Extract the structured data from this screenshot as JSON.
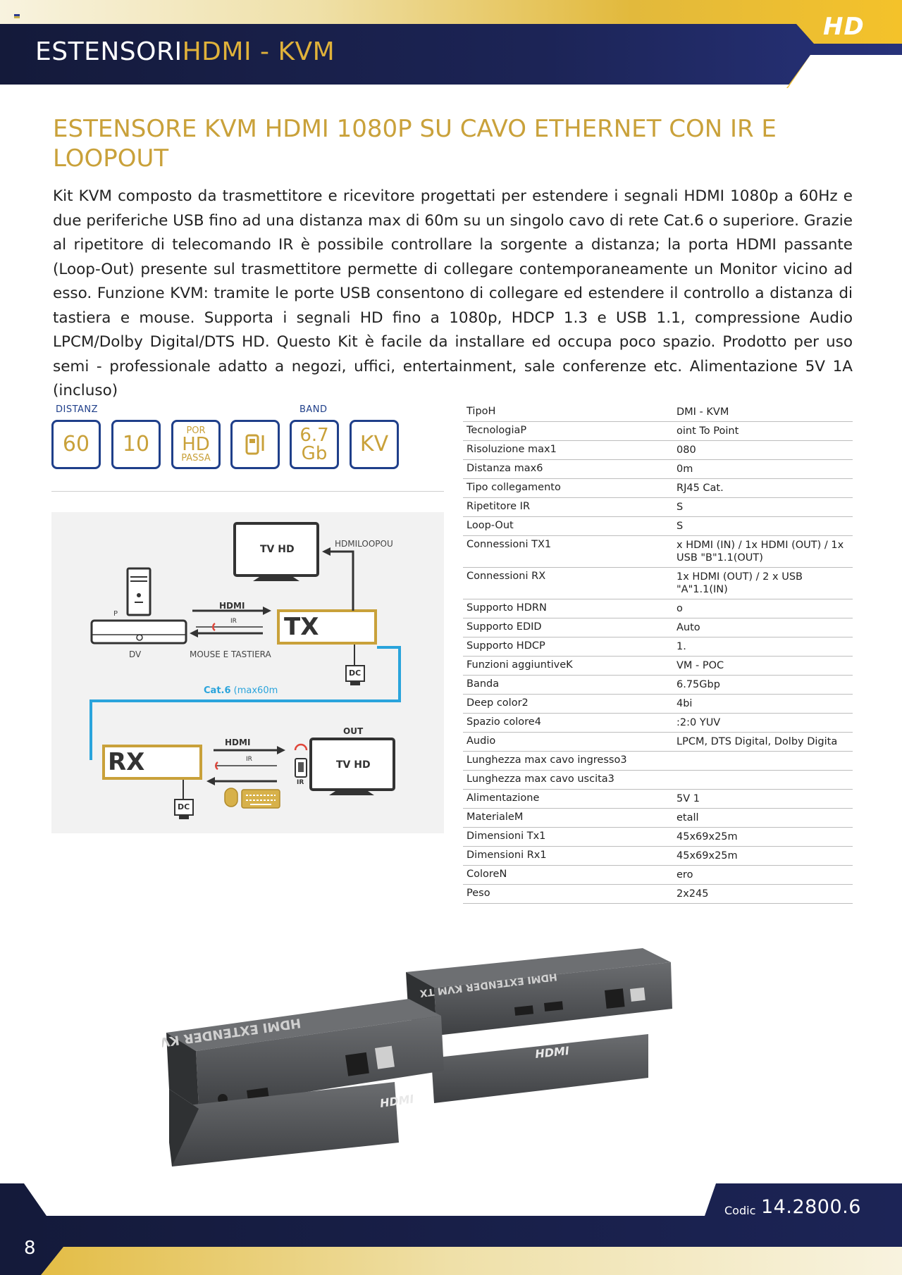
{
  "header": {
    "title_white": "ESTENSORI",
    "title_gold": "HDMI - KVM",
    "logo": "HD"
  },
  "product": {
    "title": "ESTENSORE KVM HDMI 1080P SU CAVO ETHERNET CON IR E LOOPOUT",
    "description": "Kit KVM composto da trasmettitore e ricevitore progettati per estendere i segnali HDMI 1080p a 60Hz e due periferiche USB fino ad una distanza max di 60m su un singolo cavo di rete Cat.6 o superiore. Grazie al ripetitore di telecomando IR è possibile controllare la sorgente a distanza; la porta HDMI passante (Loop-Out) presente sul trasmettitore permette di collegare contemporaneamente un Monitor vicino ad esso. Funzione KVM: tramite le porte USB consentono di collegare ed estendere il controllo a distanza di tastiera e mouse. Supporta i segnali HD fino a 1080p, HDCP 1.3 e USB 1.1, compressione Audio LPCM/Dolby Digital/DTS HD. Questo Kit è facile da installare ed occupa poco spazio. Prodotto per uso semi - professionale adatto a negozi, uffici, entertainment, sale conferenze etc. Alimentazione 5V 1A (incluso)"
  },
  "features": {
    "label_distance": "DISTANZ",
    "label_band": "BAND",
    "f1": "60",
    "f2": "10",
    "f3_top": "POR",
    "f3_mid": "HD",
    "f3_bot": "PASSA",
    "f4": "I",
    "f5_top": "6.7",
    "f5_bot": "Gb",
    "f6": "KV"
  },
  "diagram": {
    "tv_top": "TV HD",
    "hdmi_loopout": "HDMILOOPOU",
    "hdmi_1": "HDMI",
    "ir_1": "IR",
    "tx": "TX",
    "p": "P",
    "dvd": "DV",
    "mouse_kb": "MOUSE E TASTIERA",
    "dc_1": "DC",
    "cat6_bold": "Cat.6",
    "cat6_rest": "(max60m",
    "out": "OUT",
    "hdmi_2": "HDMI",
    "ir_2": "IR",
    "ir_3": "IR",
    "rx": "RX",
    "tv_bottom": "TV HD",
    "dc_2": "DC"
  },
  "specs": [
    {
      "k": "TipoH",
      "v": "DMI - KVM"
    },
    {
      "k": "TecnologiaP",
      "v": "oint To Point"
    },
    {
      "k": "Risoluzione max1",
      "v": "080"
    },
    {
      "k": "Distanza max6",
      "v": "0m"
    },
    {
      "k": "Tipo collegamento",
      "v": "RJ45  Cat."
    },
    {
      "k": "Ripetitore IR",
      "v": "S"
    },
    {
      "k": "Loop-Out",
      "v": "S"
    },
    {
      "k": "Connessioni TX1",
      "v": "x HDMI (IN) / 1x HDMI (OUT) / 1x USB \"B\"1.1(OUT)"
    },
    {
      "k": "Connessioni RX",
      "v": "1x HDMI (OUT) / 2 x USB \"A\"1.1(IN)"
    },
    {
      "k": "Supporto HDRN",
      "v": "o"
    },
    {
      "k": "Supporto EDID",
      "v": "Auto"
    },
    {
      "k": "Supporto HDCP",
      "v": "1."
    },
    {
      "k": "Funzioni aggiuntiveK",
      "v": "VM - POC"
    },
    {
      "k": "Banda",
      "v": "6.75Gbp"
    },
    {
      "k": "Deep color2",
      "v": "4bi"
    },
    {
      "k": "Spazio colore4",
      "v": ":2:0 YUV"
    },
    {
      "k": "Audio",
      "v": "LPCM, DTS Digital, Dolby Digita"
    },
    {
      "k": "Lunghezza max cavo ingresso3",
      "v": ""
    },
    {
      "k": "Lunghezza max cavo uscita3",
      "v": ""
    },
    {
      "k": "Alimentazione",
      "v": "5V 1"
    },
    {
      "k": "MaterialeM",
      "v": "etall"
    },
    {
      "k": "Dimensioni Tx1",
      "v": "45x69x25m"
    },
    {
      "k": "Dimensioni Rx1",
      "v": "45x69x25m"
    },
    {
      "k": "ColoreN",
      "v": "ero"
    },
    {
      "k": "Peso",
      "v": "2x245"
    }
  ],
  "photo": {
    "label_rx": "HDMI EXTENDER KVM RX",
    "label_tx": "HDMI EXTENDER KVM TX",
    "brand": "HDMI"
  },
  "footer": {
    "codice_label": "Codic",
    "codice_value": "14.2800.6",
    "page": "8"
  }
}
